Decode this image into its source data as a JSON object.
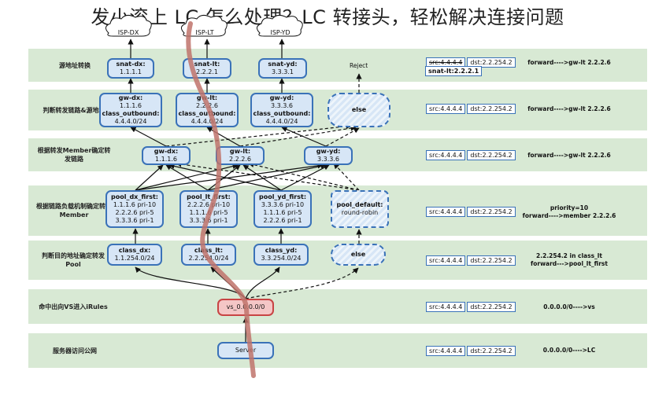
{
  "title": "发小滚上 LC 怎么处理？LC 转接头，轻松解决连接问题",
  "isps": [
    "ISP-DX",
    "ISP-LT",
    "ISP-YD"
  ],
  "bands": [
    {
      "label": "源地址转换",
      "src": "src:4.4.4.4",
      "dst": "dst:2.2.254.2",
      "rule": "forward---->gw-lt 2.2.2.6"
    },
    {
      "label": "判断转发链路&源地址",
      "src": "src:4.4.4.4",
      "dst": "dst:2.2.254.2",
      "rule": "forward---->gw-lt 2.2.2.6"
    },
    {
      "label": "根据转发Member确定转发链路",
      "src": "src:4.4.4.4",
      "dst": "dst:2.2.254.2",
      "rule": "forward---->gw-lt 2.2.2.6"
    },
    {
      "label": "根据链路负载机制确定转发Member",
      "src": "src:4.4.4.4",
      "dst": "dst:2.2.254.2",
      "rule": "priority=10\nforward---->member 2.2.2.6"
    },
    {
      "label": "判断目的地址确定转发Pool",
      "src": "src:4.4.4.4",
      "dst": "dst:2.2.254.2",
      "rule": "2.2.254.2 in class_lt\nforward--->pool_lt_first"
    },
    {
      "label": "命中出向VS进入iRules",
      "src": "src:4.4.4.4",
      "dst": "dst:2.2.254.2",
      "rule": "0.0.0.0/0---->vs"
    },
    {
      "label": "服务器访问公网",
      "src": "src:4.4.4.4",
      "dst": "dst:2.2.254.2",
      "rule": "0.0.0.0/0---->LC"
    }
  ],
  "snat_label": "snat-lt:2.2.2.1",
  "reject": "Reject",
  "snat": [
    {
      "name": "snat-dx:",
      "ip": "1.1.1.1"
    },
    {
      "name": "snat-lt:",
      "ip": "2.2.2.1"
    },
    {
      "name": "snat-yd:",
      "ip": "3.3.3.1"
    }
  ],
  "gw_class": [
    {
      "gw": "gw-dx:",
      "gwip": "1.1.1.6",
      "cls": "class_outbound:",
      "clsip": "4.4.4.0/24"
    },
    {
      "gw": "gw-lt:",
      "gwip": "2.2.2.6",
      "cls": "class_outbound:",
      "clsip": "4.4.4.0/24"
    },
    {
      "gw": "gw-yd:",
      "gwip": "3.3.3.6",
      "cls": "class_outbound:",
      "clsip": "4.4.4.0/24"
    }
  ],
  "else": "else",
  "members": [
    {
      "name": "gw-dx:",
      "ip": "1.1.1.6"
    },
    {
      "name": "gw-lt:",
      "ip": "2.2.2.6"
    },
    {
      "name": "gw-yd:",
      "ip": "3.3.3.6"
    }
  ],
  "pools": [
    {
      "name": "pool_dx_first:",
      "l1": "1.1.1.6 pri-10",
      "l2": "2.2.2.6 pri-5",
      "l3": "3.3.3.6 pri-1"
    },
    {
      "name": "pool_lt_first:",
      "l1": "2.2.2.6 pri-10",
      "l2": "1.1.1.6 pri-5",
      "l3": "3.3.3.6 pri-1"
    },
    {
      "name": "pool_yd_first:",
      "l1": "3.3.3.6 pri-10",
      "l2": "1.1.1.6 pri-5",
      "l3": "2.2.2.6 pri-1"
    }
  ],
  "pool_default": {
    "name": "pool_default:",
    "method": "round-robin"
  },
  "classes": [
    {
      "name": "class_dx:",
      "ip": "1.1.254.0/24"
    },
    {
      "name": "class_lt:",
      "ip": "2.2.254.0/24"
    },
    {
      "name": "class_yd:",
      "ip": "3.3.254.0/24"
    }
  ],
  "vs": "vs_0.0.0.0/0",
  "server": "Server",
  "colors": {
    "band": "#d8e9d4",
    "node": "#d7e6f6",
    "border": "#3a72b8",
    "path": "#c0736b",
    "vs": "#f4c6c6"
  }
}
